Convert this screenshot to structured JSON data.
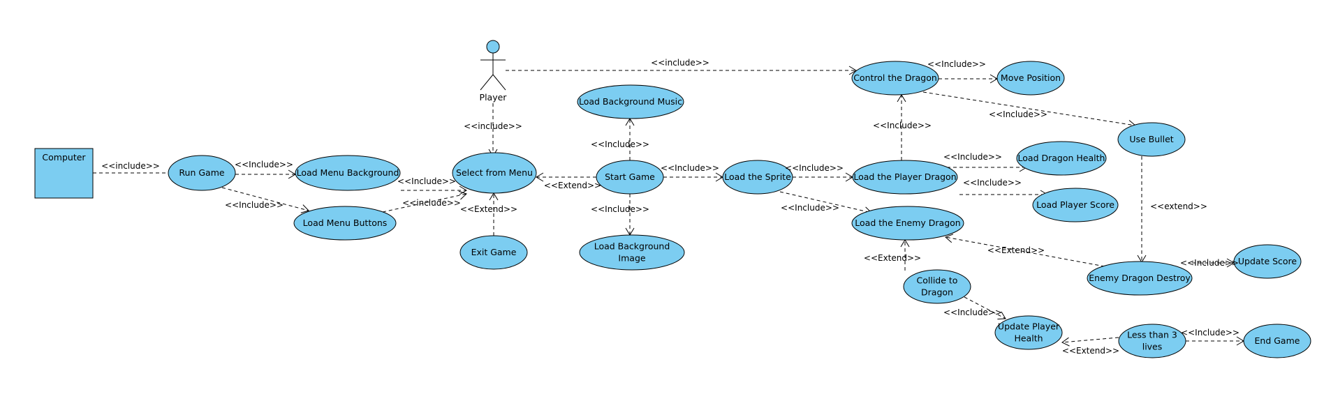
{
  "colors": {
    "fill": "#7ccdf1",
    "stroke": "#000000",
    "background": "#ffffff"
  },
  "actors": {
    "computer": {
      "label": "Computer",
      "kind": "system-box"
    },
    "player": {
      "label": "Player",
      "kind": "stick-figure"
    }
  },
  "use_cases": {
    "run_game": {
      "label": [
        "Run Game"
      ]
    },
    "load_menu_background": {
      "label": [
        "Load Menu Background"
      ]
    },
    "load_menu_buttons": {
      "label": [
        "Load Menu Buttons"
      ]
    },
    "select_from_menu": {
      "label": [
        "Select from Menu"
      ]
    },
    "exit_game": {
      "label": [
        "Exit Game"
      ]
    },
    "start_game": {
      "label": [
        "Start Game"
      ]
    },
    "load_background_music": {
      "label": [
        "Load Background Music"
      ]
    },
    "load_background_image": {
      "label": [
        "Load Background",
        "Image"
      ]
    },
    "load_the_sprite": {
      "label": [
        "Load the Sprite"
      ]
    },
    "control_the_dragon": {
      "label": [
        "Control the Dragon"
      ]
    },
    "move_position": {
      "label": [
        "Move Position"
      ]
    },
    "load_the_player_dragon": {
      "label": [
        "Load the Player Dragon"
      ]
    },
    "load_dragon_health": {
      "label": [
        "Load Dragon Health"
      ]
    },
    "load_player_score": {
      "label": [
        "Load Player Score"
      ]
    },
    "load_the_enemy_dragon": {
      "label": [
        "Load the Enemy Dragon"
      ]
    },
    "use_bullet": {
      "label": [
        "Use Bullet"
      ]
    },
    "collide_to_dragon": {
      "label": [
        "Collide to",
        "Dragon"
      ]
    },
    "update_player_health": {
      "label": [
        "Update Player",
        "Health"
      ]
    },
    "enemy_dragon_destroy": {
      "label": [
        "Enemy Dragon Destroy"
      ]
    },
    "update_score": {
      "label": [
        "Update Score"
      ]
    },
    "less_than_3_lives": {
      "label": [
        "Less than 3",
        "lives"
      ]
    },
    "end_game": {
      "label": [
        "End Game"
      ]
    }
  },
  "relations": [
    {
      "from": "computer",
      "to": "run_game",
      "label": "<<include>>",
      "arrow": false
    },
    {
      "from": "run_game",
      "to": "load_menu_background",
      "label": "<<Include>>",
      "arrow": true
    },
    {
      "from": "run_game",
      "to": "load_menu_buttons",
      "label": "<<Include>>",
      "arrow": true
    },
    {
      "from": "load_menu_background",
      "to": "select_from_menu",
      "label": "<<Include>>",
      "arrow": true
    },
    {
      "from": "load_menu_buttons",
      "to": "select_from_menu",
      "label": "<<include>>",
      "arrow": true
    },
    {
      "from": "player",
      "to": "select_from_menu",
      "label": "<<include>>",
      "arrow": true
    },
    {
      "from": "exit_game",
      "to": "select_from_menu",
      "label": "<<Extend>>",
      "arrow": true
    },
    {
      "from": "start_game",
      "to": "select_from_menu",
      "label": "<<Extend>>",
      "arrow": true
    },
    {
      "from": "start_game",
      "to": "load_background_music",
      "label": "<<Include>>",
      "arrow": true
    },
    {
      "from": "start_game",
      "to": "load_background_image",
      "label": "<<Include>>",
      "arrow": true
    },
    {
      "from": "start_game",
      "to": "load_the_sprite",
      "label": "<<Include>>",
      "arrow": true
    },
    {
      "from": "player",
      "to": "control_the_dragon",
      "label": "<<include>>",
      "arrow": true
    },
    {
      "from": "control_the_dragon",
      "to": "move_position",
      "label": "<<Include>>",
      "arrow": true
    },
    {
      "from": "control_the_dragon",
      "to": "use_bullet",
      "label": "<<Include>>",
      "arrow": true
    },
    {
      "from": "load_the_sprite",
      "to": "load_the_player_dragon",
      "label": "<<Include>>",
      "arrow": true
    },
    {
      "from": "load_the_sprite",
      "to": "load_the_enemy_dragon",
      "label": "<<Include>>",
      "arrow": true
    },
    {
      "from": "load_the_player_dragon",
      "to": "control_the_dragon",
      "label": "<<Include>>",
      "arrow": true
    },
    {
      "from": "load_the_player_dragon",
      "to": "load_dragon_health",
      "label": "<<Include>>",
      "arrow": true
    },
    {
      "from": "load_the_player_dragon",
      "to": "load_player_score",
      "label": "<<Include>>",
      "arrow": true
    },
    {
      "from": "use_bullet",
      "to": "enemy_dragon_destroy",
      "label": "<<extend>>",
      "arrow": true
    },
    {
      "from": "enemy_dragon_destroy",
      "to": "load_the_enemy_dragon",
      "label": "<<Extend>>",
      "arrow": true
    },
    {
      "from": "enemy_dragon_destroy",
      "to": "update_score",
      "label": "<<Include>>",
      "arrow": true
    },
    {
      "from": "collide_to_dragon",
      "to": "load_the_enemy_dragon",
      "label": "<<Extend>>",
      "arrow": true
    },
    {
      "from": "collide_to_dragon",
      "to": "update_player_health",
      "label": "<<Include>>",
      "arrow": true
    },
    {
      "from": "less_than_3_lives",
      "to": "update_player_health",
      "label": "<<Extend>>",
      "arrow": true
    },
    {
      "from": "less_than_3_lives",
      "to": "end_game",
      "label": "<<Include>>",
      "arrow": true
    }
  ]
}
